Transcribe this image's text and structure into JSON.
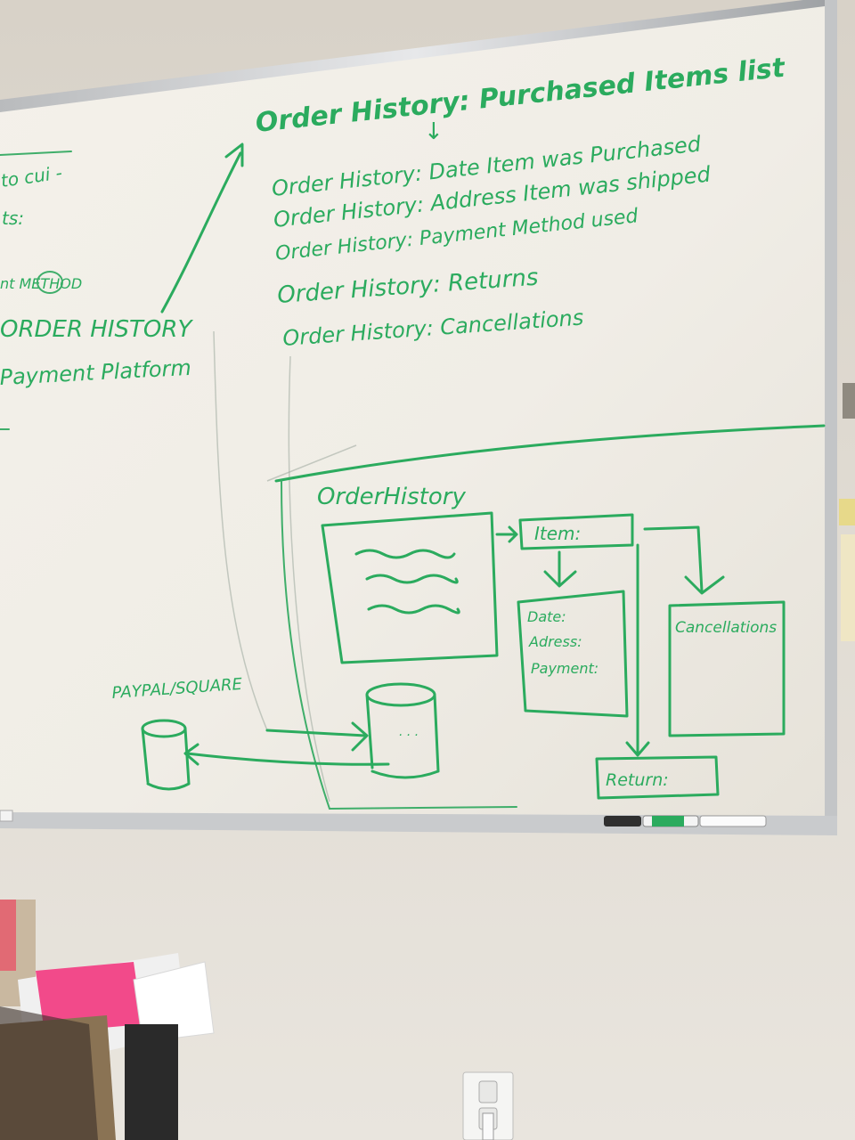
{
  "whiteboard": {
    "top_notes": {
      "title": "Order History: Purchased Items list",
      "lines": [
        "Order History: Date Item was Purchased",
        "Order History: Address Item was shipped",
        "Order History: Payment Method used",
        "Order History: Returns",
        "Order History: Cancellations"
      ]
    },
    "left_notes": {
      "fragment_1": "to cui -",
      "fragment_2": "ts:",
      "fragment_3": "nt METHOD",
      "order_history_caps": "ORDER HISTORY",
      "payment_platform": "Payment Platform"
    },
    "diagram": {
      "order_history_label": "OrderHistory",
      "item_label": "Item:",
      "detail_fields": [
        "Date:",
        "Adress:",
        "Payment:"
      ],
      "cancellations_label": "Cancellations",
      "returns_label": "Return:",
      "db_label": "PAYPAL/SQUARE"
    }
  }
}
